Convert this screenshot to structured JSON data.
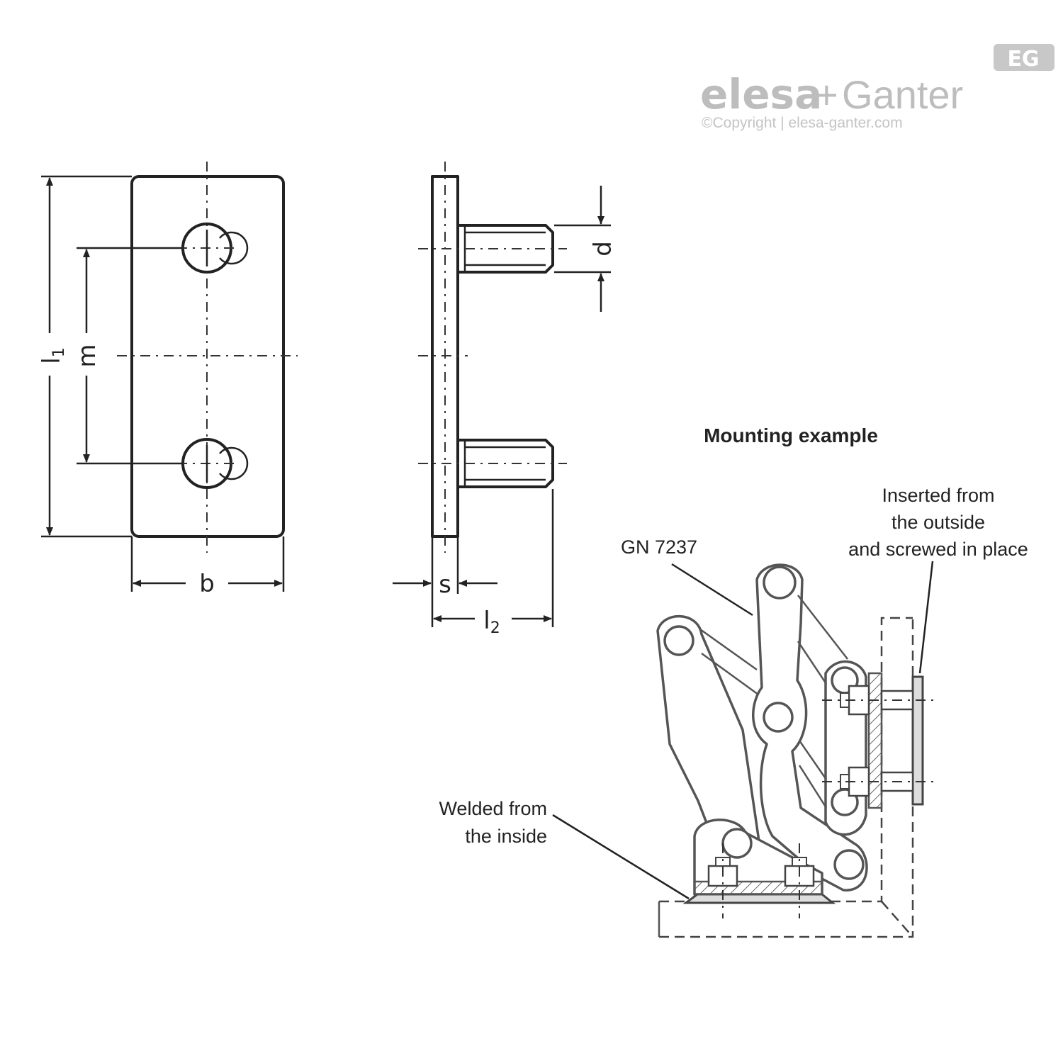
{
  "brand": {
    "logo_left": "elesa",
    "logo_plus": "+",
    "logo_right": "Ganter",
    "copyright": "©Copyright | elesa-ganter.com",
    "badge": "EG"
  },
  "dimensions": {
    "l1": "l",
    "l1_sub": "1",
    "m": "m",
    "b": "b",
    "d": "d",
    "s": "s",
    "l2": "l",
    "l2_sub": "2"
  },
  "mounting": {
    "title": "Mounting example",
    "gn_label": "GN 7237",
    "inserted_line1": "Inserted from",
    "inserted_line2": "the outside",
    "inserted_line3": "and screwed in place",
    "welded_line1": "Welded from",
    "welded_line2": "the inside"
  },
  "colors": {
    "line": "#222222",
    "ghost": "#555555",
    "logo": "#bdbdbd"
  }
}
